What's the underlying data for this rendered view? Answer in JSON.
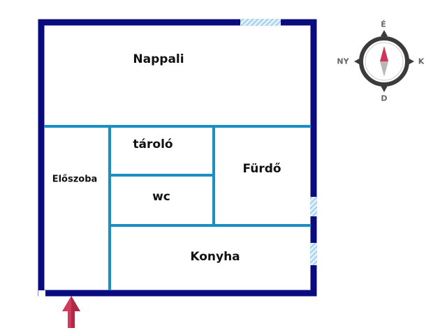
{
  "plan": {
    "rooms": {
      "nappali": "Nappali",
      "taroló": "tároló",
      "eloszoba": "Előszoba",
      "furdo": "Fürdő",
      "wc": "wc",
      "konyha": "Konyha"
    },
    "colors": {
      "outer_wall": "#0b0b80",
      "inner_wall": "#1a8fc4",
      "window_hatch": "#8fc3dc",
      "entrance_arrow": "#d23a5a"
    }
  },
  "compass": {
    "north": "É",
    "south": "D",
    "east": "K",
    "west": "NY",
    "colors": {
      "ring": "#3b3b3b",
      "north_needle": "#d0345a",
      "south_needle": "#b8b8b8"
    }
  }
}
